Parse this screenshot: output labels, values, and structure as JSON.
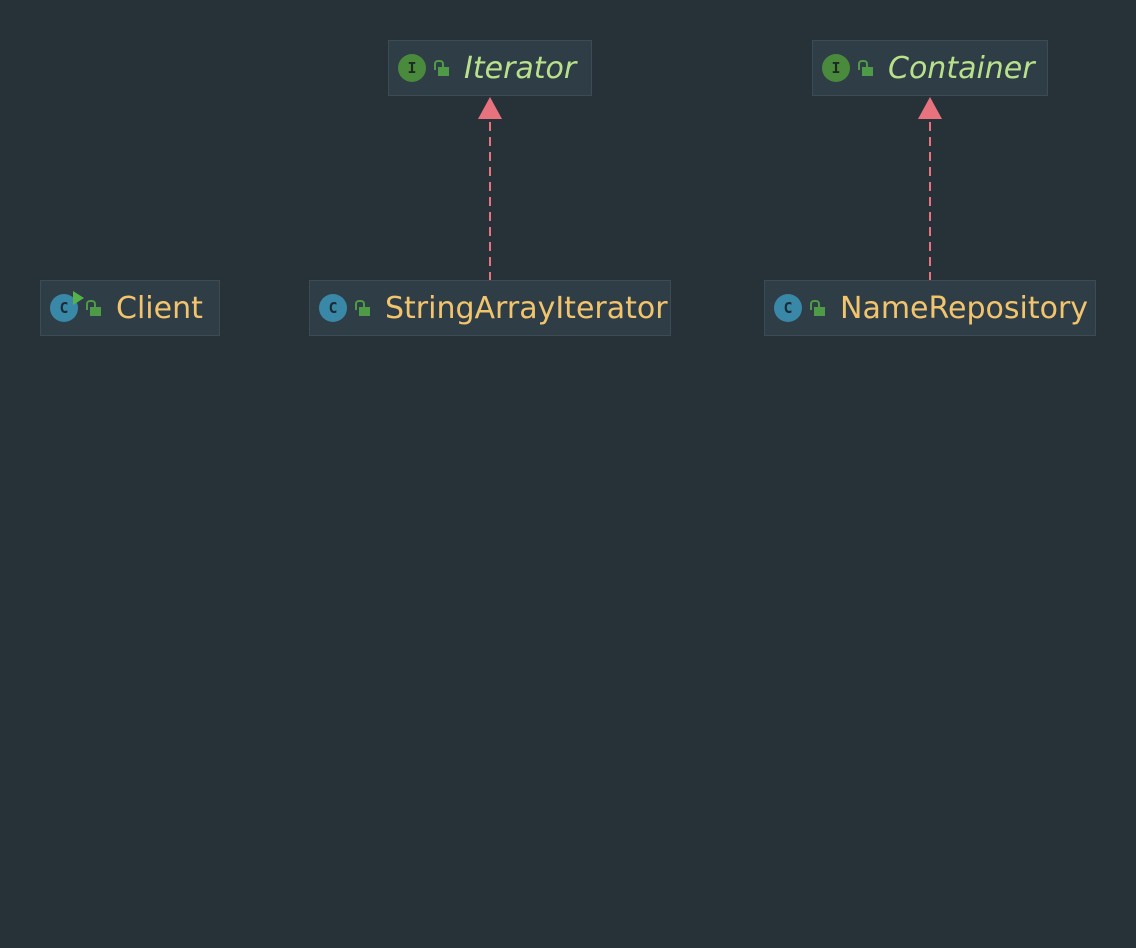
{
  "diagram": {
    "nodes": {
      "iterator": {
        "label": "Iterator",
        "kind": "interface",
        "badge_letter": "I",
        "icons": [
          "interface-icon",
          "public-lock-icon"
        ]
      },
      "container": {
        "label": "Container",
        "kind": "interface",
        "badge_letter": "I",
        "icons": [
          "interface-icon",
          "public-lock-icon"
        ]
      },
      "client": {
        "label": "Client",
        "kind": "class",
        "badge_letter": "C",
        "icons": [
          "runnable-class-icon",
          "public-lock-icon"
        ]
      },
      "string_array_iterator": {
        "label": "StringArrayIterator",
        "kind": "class",
        "badge_letter": "C",
        "icons": [
          "class-icon",
          "public-lock-icon"
        ]
      },
      "name_repository": {
        "label": "NameRepository",
        "kind": "class",
        "badge_letter": "C",
        "icons": [
          "class-icon",
          "public-lock-icon"
        ]
      }
    },
    "edges": [
      {
        "from": "StringArrayIterator",
        "to": "Iterator",
        "type": "implements"
      },
      {
        "from": "NameRepository",
        "to": "Container",
        "type": "implements"
      }
    ],
    "colors": {
      "background": "#263238",
      "node_fill": "#2f3e46",
      "class_name": "#f2c46d",
      "interface_name": "#b9e18c",
      "implements_edge": "#e8727e",
      "interface_badge": "#4a8a3c",
      "class_badge": "#3a88a8",
      "access_lock": "#4f9a47"
    }
  }
}
